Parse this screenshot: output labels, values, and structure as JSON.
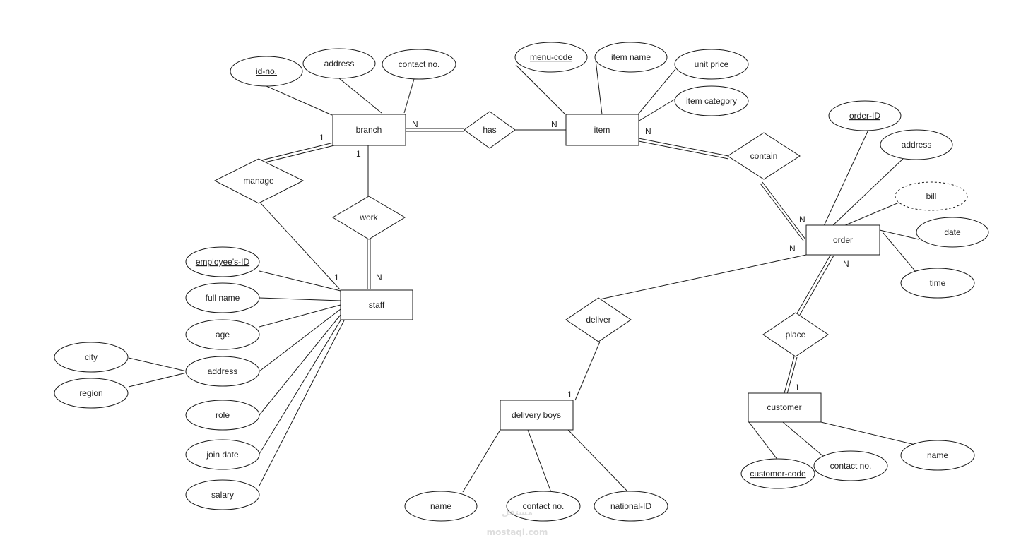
{
  "entities": {
    "branch": "branch",
    "item": "item",
    "order": "order",
    "staff": "staff",
    "delivery_boys": "delivery boys",
    "customer": "customer"
  },
  "relationships": {
    "has": "has",
    "contain": "contain",
    "manage": "manage",
    "work": "work",
    "deliver": "deliver",
    "place": "place"
  },
  "attributes": {
    "branch": {
      "id_no": "id-no.",
      "address": "address",
      "contact_no": "contact no."
    },
    "item": {
      "menu_code": "menu-code",
      "item_name": "item name",
      "unit_price": "unit price",
      "item_category": "item category"
    },
    "order": {
      "order_id": "order-ID",
      "address": "address",
      "bill": "bill",
      "date": "date",
      "time": "time"
    },
    "staff": {
      "employee_id": "employee's-ID",
      "full_name": "full name",
      "age": "age",
      "address": "address",
      "city": "city",
      "region": "region",
      "role": "role",
      "join_date": "join date",
      "salary": "salary"
    },
    "delivery_boys": {
      "name": "name",
      "contact_no": "contact no.",
      "national_id": "national-ID"
    },
    "customer": {
      "customer_code": "customer-code",
      "contact_no": "contact no.",
      "name": "name"
    }
  },
  "cardinalities": {
    "branch_has": "N",
    "item_has": "N",
    "item_contain": "N",
    "order_contain": "N",
    "branch_manage": "1",
    "staff_manage": "1",
    "branch_work": "1",
    "staff_work": "N",
    "order_deliver": "N",
    "delivery_deliver": "1",
    "order_place": "N",
    "customer_place": "1"
  },
  "watermark": {
    "arabic": "مستقل",
    "latin": "mostaql.com"
  }
}
